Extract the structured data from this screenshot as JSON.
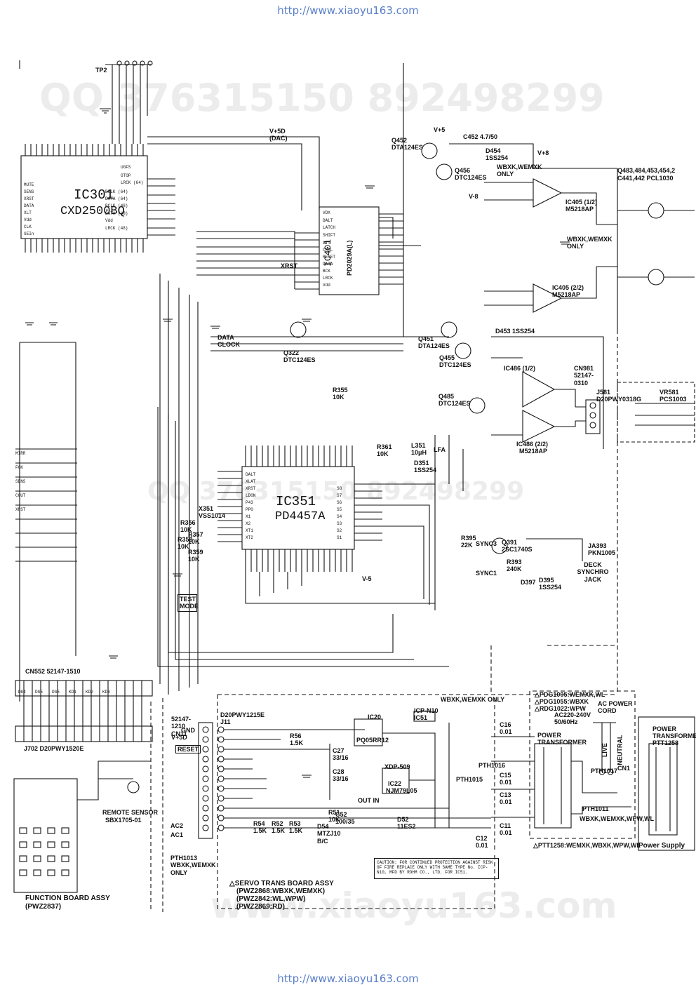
{
  "header": {
    "url": "http://www.xiaoyu163.com"
  },
  "footer": {
    "url": "http://www.xiaoyu163.com"
  },
  "watermarks": {
    "qq_top": "QQ 376315150  892498299",
    "qq_mid": "QQ 376315150  892498299",
    "site": "www.xiaoyu163.com"
  },
  "ics": {
    "ic301": {
      "ref": "IC301",
      "part": "CXD2500BQ"
    },
    "ic351": {
      "ref": "IC351",
      "part": "PD4457A"
    },
    "ic401": {
      "ref": "IC401",
      "part": "PD2029A(L)"
    },
    "ic405a": {
      "ref": "IC405 (1/2)",
      "part": "M5218AP"
    },
    "ic405b": {
      "ref": "IC405 (2/2)",
      "part": "M5218AP"
    },
    "ic486a": {
      "ref": "IC486 (1/2)"
    },
    "ic486b": {
      "ref": "IC486 (2/2)",
      "part": "M5218AP"
    },
    "ic20": {
      "ref": "IC20",
      "part": "PQ05RR12"
    },
    "ic22": {
      "ref": "IC22",
      "part": "NJM79L05"
    }
  },
  "labels": {
    "tp2": "TP2",
    "v45dac": "V+5D (DAC)",
    "vplus5": "V+5",
    "vminus5": "V-5",
    "vplus8": "V+8",
    "vminus8": "V-8",
    "q452": "Q452 DTA124ES",
    "q456": "Q456 DTC124ES",
    "q451": "Q451 DTA124ES",
    "q455": "Q455 DTC124ES",
    "q485": "Q485 DTC124ES",
    "q322": "Q322 DTC124ES",
    "q391": "Q391 2SC1740S",
    "c452": "C452 4.7/50",
    "d454": "D454 1SS254",
    "d453": "D453 1SS254",
    "d351": "D351 1SS254",
    "l351": "L351 10μH",
    "lfa": "LFA",
    "wbxk1": "WBXK,WEMXK ONLY",
    "wbxk2": "WBXK,WEMXK ONLY",
    "q483": "Q483,484,453,454,2",
    "c441": "C441,442 PCL1030",
    "deck_jack_ref": "JA393 PKN1005",
    "deck_jack": "DECK SYNCHRO JACK",
    "sync3": "SYNC3",
    "sync1": "SYNC1",
    "r395": "R395 22K",
    "r393": "R393 240K",
    "d395": "D395 1SS254",
    "d397": "D397",
    "j581": "J581 D20PWY0318G",
    "vr581": "VR581 PCS1003",
    "cn981": "CN981 52147-0310",
    "test_mode": "TEST MODE",
    "data": "DATA",
    "clock": "CLOCK",
    "xrst": "XRST",
    "x351": "X351 VSS1014",
    "r355": "R355 10K",
    "r356": "R356 10K",
    "r357": "R357 10K",
    "r358": "R358 10K",
    "r359": "R359 10K",
    "r361": "R361 10K",
    "cn552": "CN552  52147-1510",
    "j702": "J702  D20PWY1520E",
    "cn11": "52147-1210 CN11",
    "j11": "D20PWY1215E J11",
    "remote": "REMOTE SENSOR",
    "remote_part": "SBX1705-01",
    "function_board": "FUNCTION BOARD ASSY",
    "function_board_pn": "(PWZ2837)",
    "servo_title": "△SERVO TRANS BOARD ASSY",
    "servo_l1": "(PWZ2868:WBXK,WEMXK)",
    "servo_l2": "(PWZ2842:WL,WPW)",
    "servo_l3": "(PWZ2869:RD)",
    "pth1013": "PTH1013 WBXK,WEMXK ONLY",
    "power_transformer": "POWER TRANSFORMER",
    "power_transformer2": "POWER TRANSFORMER",
    "ptt1258": "PTT1258",
    "ptt_note": "△PTT1258:WEMXK,WBXK,WPW,WL",
    "ac_in": "AC POWER CORD",
    "ac_volt": "AC220-240V 50/60Hz",
    "power_supply": "Power Supply",
    "pdg1005": "△PDG1005:WEMXK,WL",
    "pdg1055": "△PDG1055:WBXK",
    "pdg1022": "△RDG1022:WPW",
    "live": "LIVE",
    "neutral": "NEUTRAL",
    "cn1": "CN1",
    "ic5": "ICP-N10 IC51",
    "ic5_note": "WBXK,WEMXK ONLY",
    "d52": "D52 11ES2",
    "d54": "D54 MTZJ10 B/C",
    "c27": "C27 33/16",
    "c28": "C28 33/16",
    "c52": "C52 100/35",
    "r54": "R54 1.5K",
    "r52": "R52 1.5K",
    "r53": "R53 1.5K",
    "r51": "R51 10K",
    "r56": "R56 1.5K",
    "xdp": "XDP-509",
    "out_in": "OUT IN",
    "reset": "RESET",
    "v45d": "V+5D",
    "gnd": "GND",
    "ac2": "AC2",
    "ac1": "AC1",
    "c12": "C12 0.01",
    "c11": "C11 0.01",
    "c13": "C13 0.01",
    "c15": "C15 0.01",
    "c16": "C16 0.01",
    "pth1017": "PTH1017",
    "pth1011": "PTH1011",
    "pth1016": "PTH1016",
    "pth1015": "PTH1015",
    "wbxk_wpw": "WBXK,WEMXK,WPW,WL"
  },
  "caution": {
    "text": "CAUTION: FOR CONTINUED PROTECTION AGAINST RISK OF FIRE REPLACE ONLY WITH SAME TYPE No. ICP-N10, MFD BY ROHM CO., LTD. FOR IC51."
  }
}
